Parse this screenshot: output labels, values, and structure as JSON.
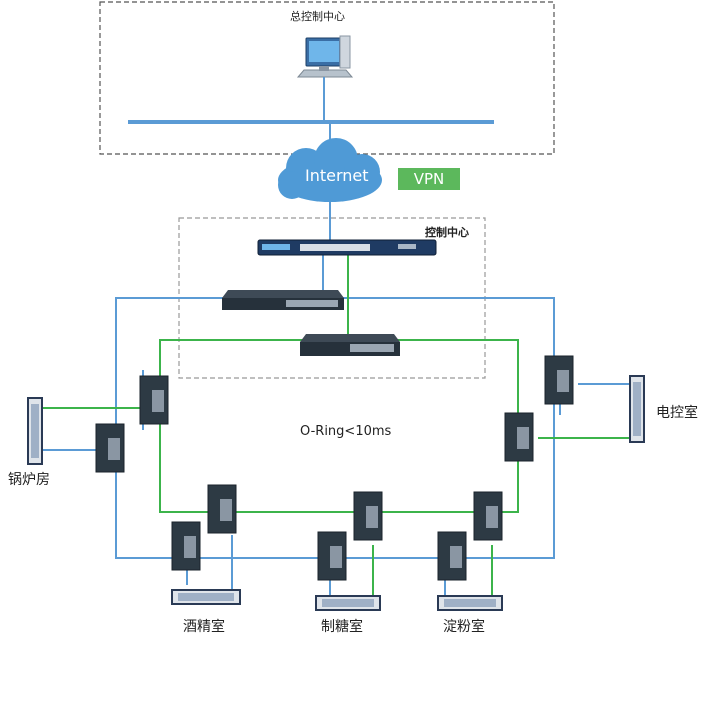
{
  "labels": {
    "main_center": "总控制中心",
    "internet": "Internet",
    "vpn": "VPN",
    "control_center": "控制中心",
    "ring": "O-Ring<10ms"
  },
  "sites": {
    "boiler": "锅炉房",
    "electric": "电控室",
    "wine": "酒精室",
    "sugar": "制糖室",
    "starch": "淀粉室"
  },
  "colors": {
    "blue_link": "#5b9bd5",
    "green_link": "#3cb44b",
    "device": "#2d3a44",
    "cloud": "#4f9ad6",
    "vpn": "#5cb85c"
  }
}
